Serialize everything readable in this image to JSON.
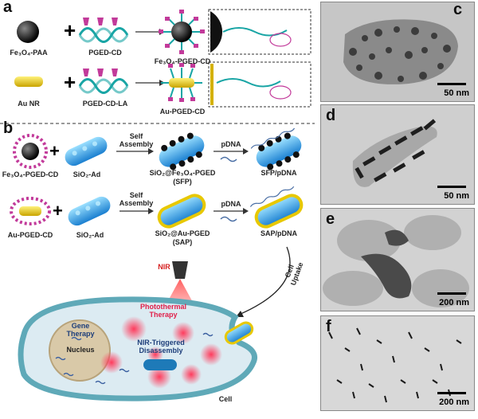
{
  "panels": {
    "a": "a",
    "b": "b",
    "c": "c",
    "d": "d",
    "e": "e",
    "f": "f"
  },
  "row_a1": {
    "left": "Fe₃O₄-PAA",
    "mid": "PGED-CD",
    "right": "Fe₃O₄-PGED-CD"
  },
  "row_a2": {
    "left": "Au NR",
    "mid": "PGED-CD-LA",
    "right": "Au-PGED-CD"
  },
  "row_b1": {
    "left": "Fe₃O₄-PGED-CD",
    "mid": "SiO₂-Ad",
    "arrow1": "Self\nAssembly",
    "product": "SiO₂@Fe₃O₄-PGED\n(SFP)",
    "arrow2": "pDNA",
    "final": "SFP/pDNA"
  },
  "row_b2": {
    "left": "Au-PGED-CD",
    "mid": "SiO₂-Ad",
    "arrow1": "Self\nAssembly",
    "product": "SiO₂@Au-PGED\n(SAP)",
    "arrow2": "pDNA",
    "final": "SAP/pDNA"
  },
  "cell": {
    "nir": "NIR",
    "photothermal": "Photothermal\nTherapy",
    "gene": "Gene\nTherapy",
    "nucleus": "Nucleus",
    "disassembly": "NIR-Triggered\nDisassembly",
    "uptake": "Cell\nUptake",
    "cell": "Cell"
  },
  "tem": {
    "c_scale": "50 nm",
    "d_scale": "50 nm",
    "e_scale": "200 nm",
    "f_scale": "200 nm"
  }
}
